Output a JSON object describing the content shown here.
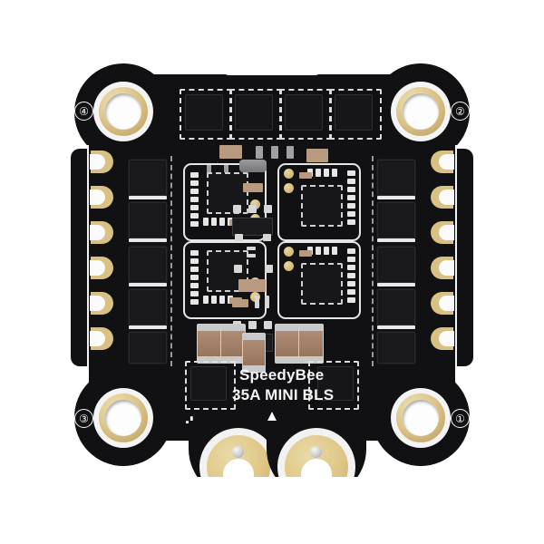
{
  "image": {
    "subject": "SpeedyBee 35A MINI BLS 4-in-1 ESC board, top view",
    "background_color": "#ffffff"
  },
  "board": {
    "substrate_color": "#111113",
    "silkscreen_color": "#f5f5f5",
    "gold_color": "#d9c083",
    "brand_text": "SpeedyBee",
    "model_text": "35A MINI BLS"
  },
  "corner_markers": [
    {
      "label": "④",
      "position": "top-left"
    },
    {
      "label": "②",
      "position": "top-right"
    },
    {
      "label": "③",
      "position": "bottom-left"
    },
    {
      "label": "①",
      "position": "bottom-right"
    }
  ],
  "polarity": {
    "positive": "+",
    "negative": "−",
    "direction_marker": "arrow-up"
  },
  "pads": {
    "left_count": 6,
    "right_count": 6,
    "power_pads": 2,
    "mounting_holes": 4
  },
  "components": {
    "mosfet_blocks": 4,
    "top_chips": 4,
    "capacitors": 5
  }
}
